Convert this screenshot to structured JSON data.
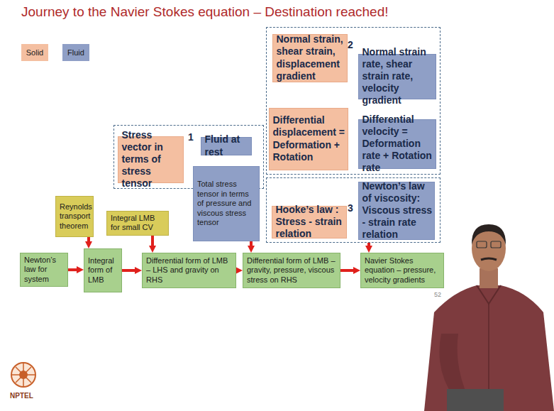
{
  "diagram": {
    "title": "Journey to the Navier Stokes equation – Destination reached!",
    "nodes": [
      {
        "text": [
          "1"
        ]
      },
      {
        "text": [
          "Stress vector in terms of stress tensor"
        ],
        "in": 0
      },
      {
        "text": [
          "Fluid at rest"
        ],
        "in": 0
      },
      {
        "text": [
          "Total stress tensor in terms of pressure and viscous stress tensor"
        ]
      },
      {
        "text": [
          "2"
        ]
      },
      {
        "text": [
          "Normal strain, shear strain, displacement gradient"
        ],
        "in": 4
      },
      {
        "text": [
          "Normal strain rate, shear strain rate, velocity gradient"
        ],
        "in": 4
      },
      {
        "text": [
          "Differential displacement = Deformation + Rotation"
        ],
        "in": 4
      },
      {
        "text": [
          "Differential velocity = Deformation rate + Rotation rate"
        ],
        "in": 4
      },
      {
        "text": [
          "3"
        ]
      },
      {
        "text": [
          "Hooke’s law : Stress - strain relation"
        ],
        "in": 9
      },
      {
        "text": [
          "Newton’s law of viscosity: Viscous stress - strain rate relation"
        ],
        "in": 9
      },
      {
        "text": [
          "Reynolds transport theorem"
        ]
      },
      {
        "text": [
          "Integral LMB for small CV"
        ]
      },
      {
        "text": [
          "Newton’s law for system"
        ]
      },
      {
        "text": [
          "Integral form of LMB"
        ]
      },
      {
        "text": [
          "Differential form of LMB – LHS and gravity on RHS"
        ]
      },
      {
        "text": [
          "Differential form of LMB – gravity, pressure, viscous stress on RHS"
        ]
      },
      {
        "text": [
          "Navier Stokes equation – pressure, velocity gradients"
        ]
      }
    ],
    "edges": [
      {
        "from": 14,
        "to": 15,
        "arrow": "to"
      },
      {
        "from": 15,
        "to": 16,
        "arrow": "to"
      },
      {
        "from": 16,
        "to": 17,
        "arrow": "to"
      },
      {
        "from": 17,
        "to": 18,
        "arrow": "to"
      },
      {
        "from": 12,
        "to": 15,
        "arrow": "to"
      },
      {
        "from": 13,
        "to": 16,
        "arrow": "to"
      },
      {
        "from": 3,
        "to": 17,
        "arrow": "to"
      },
      {
        "from": 9,
        "to": 18,
        "arrow": "to"
      }
    ],
    "labels": [
      "52",
      "NPTEL"
    ],
    "legend": [
      {
        "text": "Solid",
        "color": "#f4bfa1"
      },
      {
        "text": "Fluid",
        "color": "#8f9fc6"
      }
    ]
  }
}
